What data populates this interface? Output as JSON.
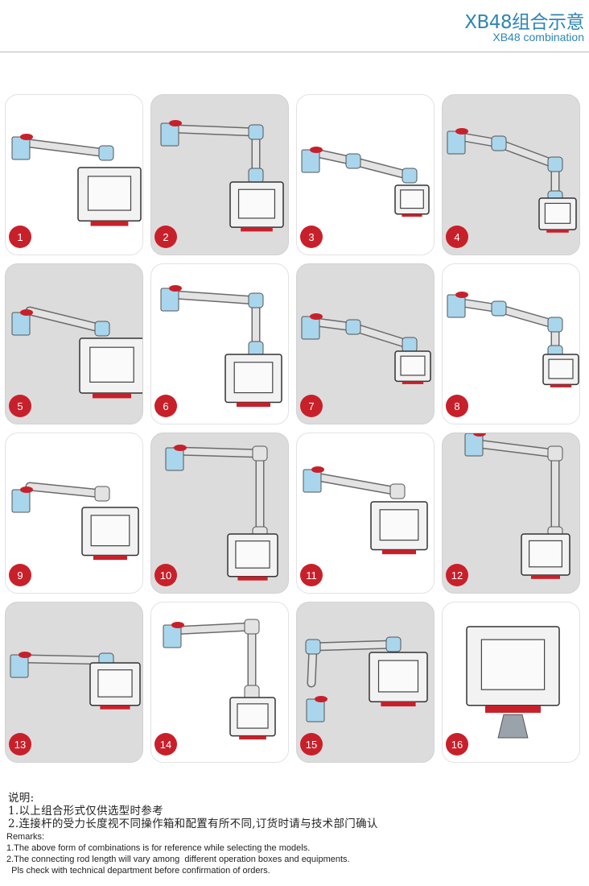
{
  "header": {
    "title_cn": "XB48组合示意",
    "title_en": "XB48 combination"
  },
  "combinations": [
    {
      "number": "1"
    },
    {
      "number": "2"
    },
    {
      "number": "3"
    },
    {
      "number": "4"
    },
    {
      "number": "5"
    },
    {
      "number": "6"
    },
    {
      "number": "7"
    },
    {
      "number": "8"
    },
    {
      "number": "9"
    },
    {
      "number": "10"
    },
    {
      "number": "11"
    },
    {
      "number": "12"
    },
    {
      "number": "13"
    },
    {
      "number": "14"
    },
    {
      "number": "15"
    },
    {
      "number": "16"
    }
  ],
  "notes_cn": {
    "heading": "说明:",
    "line1": "1.以上组合形式仅供选型时参考",
    "line2": "2.连接杆的受力长度视不同操作箱和配置有所不同,订货时请与技术部门确认"
  },
  "notes_en": {
    "heading": "Remarks:",
    "line1": "1.The above form of combinations is for reference while selecting the models.",
    "line2": "2.The connecting rod length will vary among  different operation boxes and equipments.",
    "line3": "  Pls check with technical department before confirmation of orders."
  },
  "colors": {
    "title": "#2f86b5",
    "badge": "#c8202a",
    "arm_blue": "#a9d6ec",
    "arm_gray": "#e3e3e3"
  }
}
